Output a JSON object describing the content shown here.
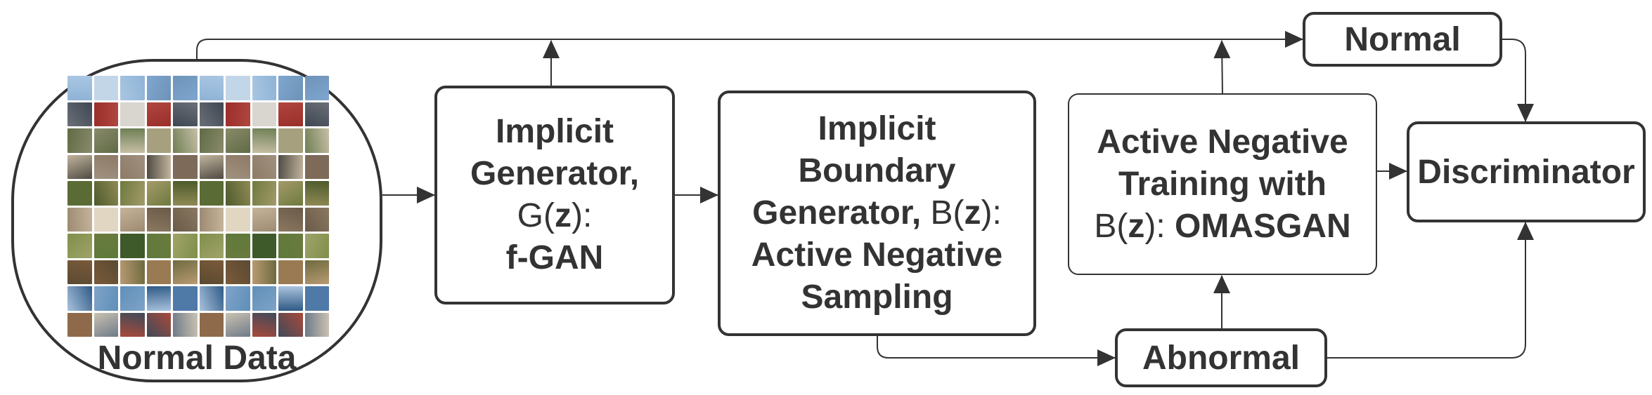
{
  "colors": {
    "stroke": "#333333",
    "text": "#333333",
    "background": "#ffffff"
  },
  "normal_data": {
    "label": "Normal Data",
    "image_rows": [
      "airplane",
      "automobile",
      "bird",
      "cat",
      "deer",
      "dog",
      "frog",
      "horse",
      "ship",
      "truck"
    ]
  },
  "implicit_generator": {
    "line1": "Implicit",
    "line2": "Generator,",
    "line3_prefix": "G(",
    "line3_var": "z",
    "line3_suffix": "):",
    "line4": "f-GAN"
  },
  "boundary_generator": {
    "line1": "Implicit",
    "line2": "Boundary",
    "line3_bold": "Generator,",
    "line3_prefix": " B(",
    "line3_var": "z",
    "line3_suffix": "):",
    "line4": "Active Negative",
    "line5": "Sampling"
  },
  "active_negative_training": {
    "line1": "Active Negative",
    "line2": "Training with",
    "line3_prefix": "B(",
    "line3_var": "z",
    "line3_suffix": "): ",
    "line3_bold": "OMASGAN"
  },
  "normal_label": "Normal",
  "abnormal_label": "Abnormal",
  "discriminator_label": "Discriminator"
}
